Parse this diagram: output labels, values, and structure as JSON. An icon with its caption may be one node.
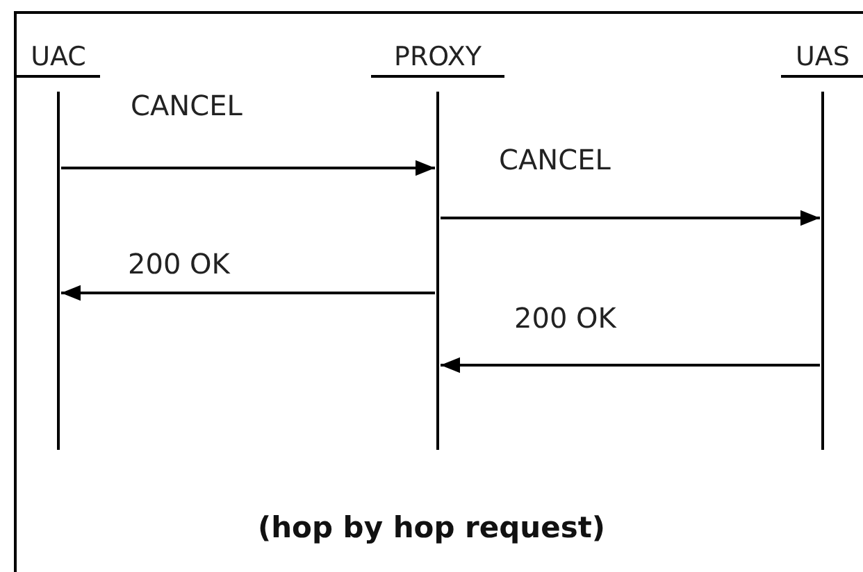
{
  "diagram": {
    "caption": "(hop by hop request)",
    "nodes": [
      {
        "text": [
          "UAC"
        ]
      },
      {
        "text": [
          "PROXY"
        ]
      },
      {
        "text": [
          "UAS"
        ]
      }
    ],
    "edges": [
      {
        "from": 0,
        "to": 1,
        "arrow": "to",
        "label": "CANCEL"
      },
      {
        "from": 1,
        "to": 2,
        "arrow": "to",
        "label": "CANCEL"
      },
      {
        "from": 1,
        "to": 0,
        "arrow": "to",
        "label": "200 OK"
      },
      {
        "from": 2,
        "to": 1,
        "arrow": "to",
        "label": "200 OK"
      }
    ]
  }
}
